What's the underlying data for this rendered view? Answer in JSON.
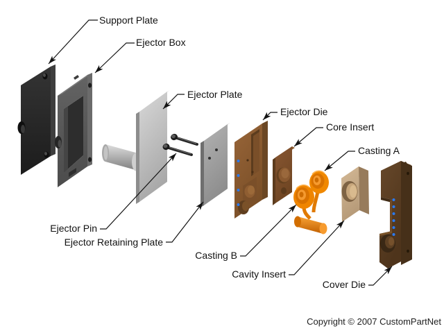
{
  "labels": {
    "support_plate": {
      "text": "Support Plate"
    },
    "ejector_box": {
      "text": "Ejector Box"
    },
    "ejector_plate": {
      "text": "Ejector Plate"
    },
    "ejector_die": {
      "text": "Ejector Die"
    },
    "core_insert": {
      "text": "Core Insert"
    },
    "casting_a": {
      "text": "Casting A"
    },
    "ejector_pin": {
      "text": "Ejector Pin"
    },
    "ejector_retaining_plate": {
      "text": "Ejector Retaining Plate"
    },
    "casting_b": {
      "text": "Casting B"
    },
    "cavity_insert": {
      "text": "Cavity Insert"
    },
    "cover_die": {
      "text": "Cover Die"
    }
  },
  "footer": {
    "copyright": "Copyright © 2007 CustomPartNet"
  },
  "colors": {
    "background": "#ffffff",
    "leader_line": "#141414",
    "label_text": "#111111",
    "support_plate_dark_steel": "#262626",
    "ejector_box_steel": "#585858",
    "ejector_plate_light_steel": "#c6c6c6",
    "retaining_plate_steel": "#a3a3a3",
    "ejector_die_brown": "#8a5a2e",
    "core_insert_brown": "#7b4e27",
    "cover_die_brown": "#5d3e22",
    "cavity_insert_tan": "#c9ad8c",
    "casting_orange": "#ef8500",
    "cooling_dot_blue": "#2b7af0"
  }
}
